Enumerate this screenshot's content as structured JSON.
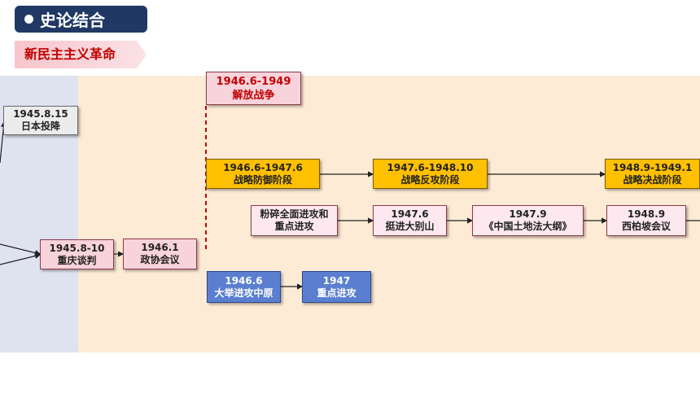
{
  "header": {
    "title": "史论结合"
  },
  "banner": {
    "label": "新民主主义革命"
  },
  "colors": {
    "navy": "#1f3864",
    "red": "#c00000",
    "yellow": "#ffc000",
    "blue": "#5b7fd0"
  },
  "boxes": {
    "japan_surrender": {
      "date": "1945.8.15",
      "event": "日本投降"
    },
    "chongqing": {
      "date": "1945.8-10",
      "event": "重庆谈判"
    },
    "pcc": {
      "date": "1946.1",
      "event": "政协会议"
    },
    "liberation_war": {
      "date": "1946.6-1949",
      "event": "解放战争"
    },
    "defense": {
      "date": "1946.6-1947.6",
      "event": "战略防御阶段"
    },
    "counter": {
      "date": "1947.6-1948.10",
      "event": "战略反攻阶段"
    },
    "decisive": {
      "date": "1948.9-1949.1",
      "event": "战略决战阶段"
    },
    "smash": {
      "line1": "粉碎全面进攻和",
      "line2": "重点进攻"
    },
    "dabie": {
      "date": "1947.6",
      "event": "挺进大别山"
    },
    "land_law": {
      "date": "1947.9",
      "event": "《中国土地法大纲》"
    },
    "xibaipo": {
      "date": "1948.9",
      "event": "西柏坡会议"
    },
    "central_plains": {
      "date": "1946.6",
      "event": "大举进攻中原"
    },
    "key_attack": {
      "date": "1947",
      "event": "重点进攻"
    }
  }
}
